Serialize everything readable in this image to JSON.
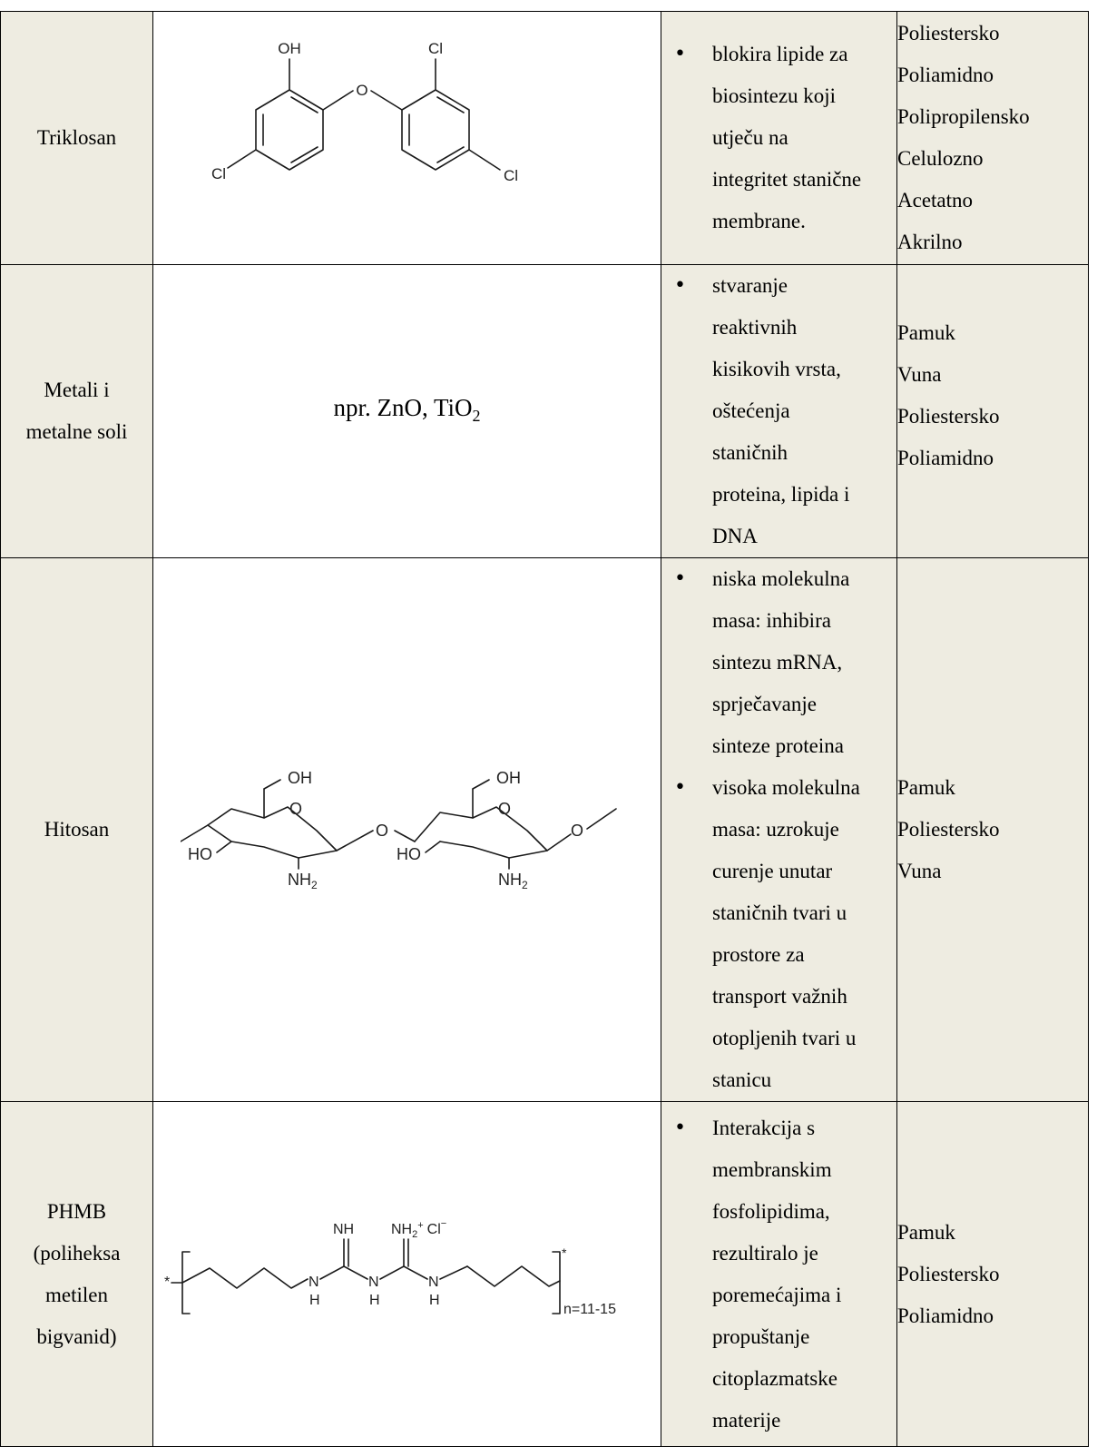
{
  "rows": [
    {
      "name": [
        "Triklosan"
      ],
      "structure_labels": {
        "oh": "OH",
        "o": "O",
        "cl1": "Cl",
        "cl2": "Cl",
        "cl3": "Cl"
      },
      "mechanism": [
        [
          "blokira lipide za",
          "biosintezu koji",
          "utječu na",
          "integritet stanične",
          "membrane."
        ]
      ],
      "materials": [
        "Poliestersko",
        "Poliamidno",
        "Polipropilensko",
        "Celulozno",
        "Acetatno",
        "Akrilno"
      ]
    },
    {
      "name": [
        "Metali i",
        "metalne soli"
      ],
      "formula_prefix": "npr. ZnO, TiO",
      "formula_sub": "2",
      "mechanism": [
        [
          "stvaranje",
          "reaktivnih",
          "kisikovih vrsta,",
          "oštećenja",
          "staničnih",
          "proteina, lipida i",
          "DNA"
        ]
      ],
      "materials": [
        "Pamuk",
        "Vuna",
        "Poliestersko",
        "Poliamidno"
      ]
    },
    {
      "name": [
        "Hitosan"
      ],
      "structure_labels": {
        "oh1": "OH",
        "oh2": "OH",
        "o1": "O",
        "o2": "O",
        "o3": "O",
        "o4": "O",
        "ho1": "HO",
        "ho2": "HO",
        "nh1": "NH",
        "nh2": "NH",
        "sub": "2"
      },
      "mechanism": [
        [
          "niska molekulna",
          "masa: inhibira",
          "sintezu mRNA,",
          "sprječavanje",
          "sinteze proteina"
        ],
        [
          "visoka molekulna",
          "masa: uzrokuje",
          "curenje unutar",
          "staničnih tvari u",
          "prostore za",
          "transport važnih",
          "otopljenih tvari u",
          "stanicu"
        ]
      ],
      "materials": [
        "Pamuk",
        "Poliestersko",
        "Vuna"
      ]
    },
    {
      "name": [
        "PHMB",
        "(poliheksa",
        "metilen",
        "bigvanid)"
      ],
      "structure_labels": {
        "nh_top": "NH",
        "nh2_top": "NH",
        "nh2_sub": "2",
        "nh2_sup": "+",
        "cl": "Cl",
        "cl_sup": "−",
        "n1": "N",
        "n2": "N",
        "n3": "N",
        "h1": "H",
        "h2": "H",
        "h3": "H",
        "repeat": "n=11-15",
        "star": "*"
      },
      "mechanism": [
        [
          "Interakcija s",
          "membranskim",
          "fosfolipidima,",
          "rezultiralo je",
          "poremećajima i",
          "propuštanje",
          "citoplazmatske",
          "materije"
        ]
      ],
      "materials": [
        "Pamuk",
        "Poliestersko",
        "Poliamidno"
      ]
    }
  ]
}
